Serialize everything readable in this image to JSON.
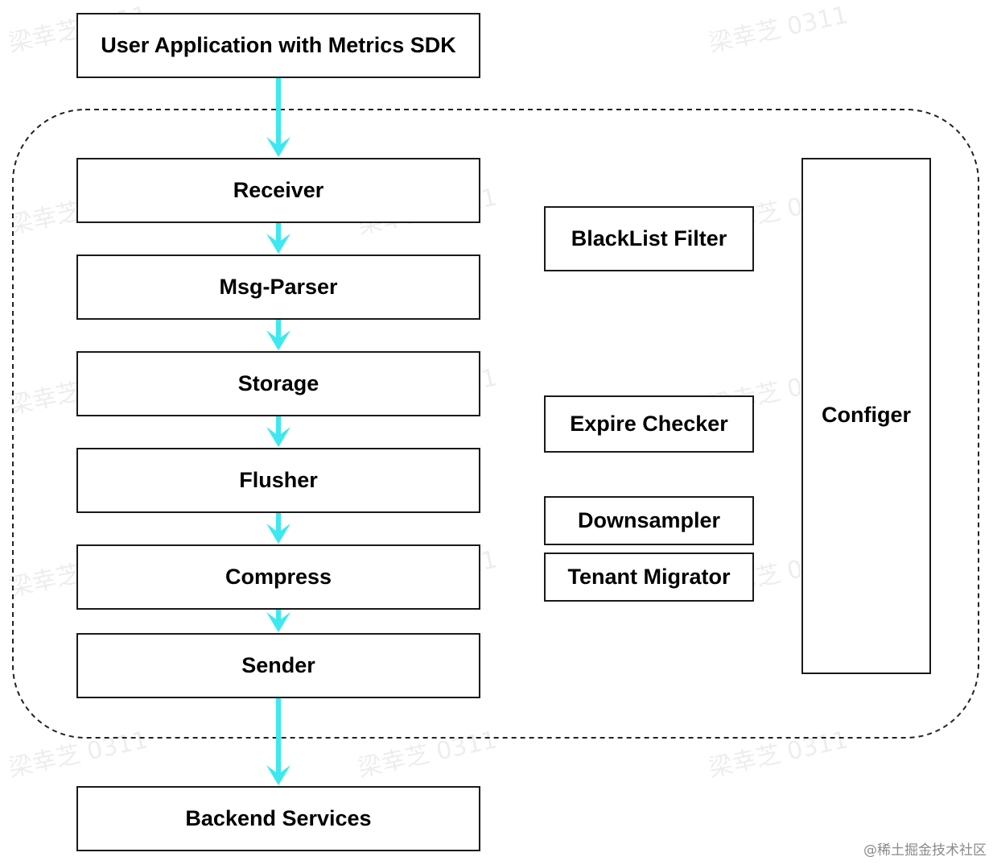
{
  "nodes": {
    "app": "User Application with Metrics SDK",
    "receiver": "Receiver",
    "parser": "Msg-Parser",
    "storage": "Storage",
    "flusher": "Flusher",
    "compress": "Compress",
    "sender": "Sender",
    "backend": "Backend Services",
    "blacklist": "BlackList Filter",
    "expire": "Expire Checker",
    "downsampler": "Downsampler",
    "tenant": "Tenant Migrator",
    "configer": "Configer"
  },
  "watermark": "梁幸芝 0311",
  "credit": "@稀土掘金技术社区",
  "colors": {
    "arrow": "#3de8f0",
    "border": "#1a1a1a",
    "dashed_border": "#222222"
  }
}
